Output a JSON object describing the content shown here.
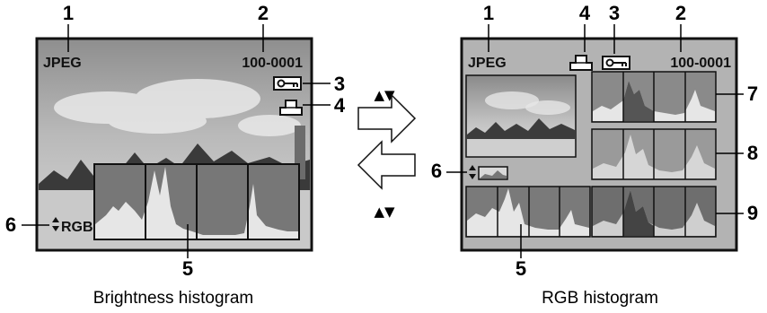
{
  "left_screen": {
    "format": "JPEG",
    "file_number": "100-0001",
    "mode_label": "RGB",
    "caption": "Brightness histogram"
  },
  "right_screen": {
    "format": "JPEG",
    "file_number": "100-0001",
    "caption": "RGB histogram"
  },
  "callouts": {
    "n1": "1",
    "n2": "2",
    "n3": "3",
    "n4": "4",
    "n5": "5",
    "n6": "6",
    "n7": "7",
    "n8": "8",
    "n9": "9"
  },
  "nav_keys": {
    "up_down": "▲▼"
  },
  "colors": {
    "screen_bg": "#b3b3b3",
    "histogram_light": "#e8e8e8",
    "histogram_dark": "#6e6e6e",
    "histogram_mid": "#9a9a9a",
    "frame": "#1a1a1a"
  },
  "icons": [
    "protect-key-icon",
    "print-order-icon",
    "up-down-arrow-icon",
    "right-arrow-icon",
    "left-arrow-icon"
  ]
}
